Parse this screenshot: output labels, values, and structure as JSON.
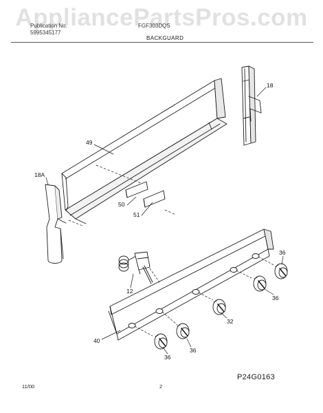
{
  "watermark": "AppliancePartsPros.com",
  "header": {
    "pub_label": "Publication No.",
    "pub_number": "5995345177",
    "model": "FGF303DQS",
    "section": "BACKGUARD"
  },
  "callouts": {
    "c18": "18",
    "c49": "49",
    "c18a": "18A",
    "c50": "50",
    "c51": "51",
    "c12": "12",
    "c36a": "36",
    "c36b": "36",
    "c32": "32",
    "c40": "40",
    "c36c": "36",
    "c36d": "36"
  },
  "diagram_code": "P24G0163",
  "footer": {
    "date": "11/00",
    "page": "2"
  }
}
